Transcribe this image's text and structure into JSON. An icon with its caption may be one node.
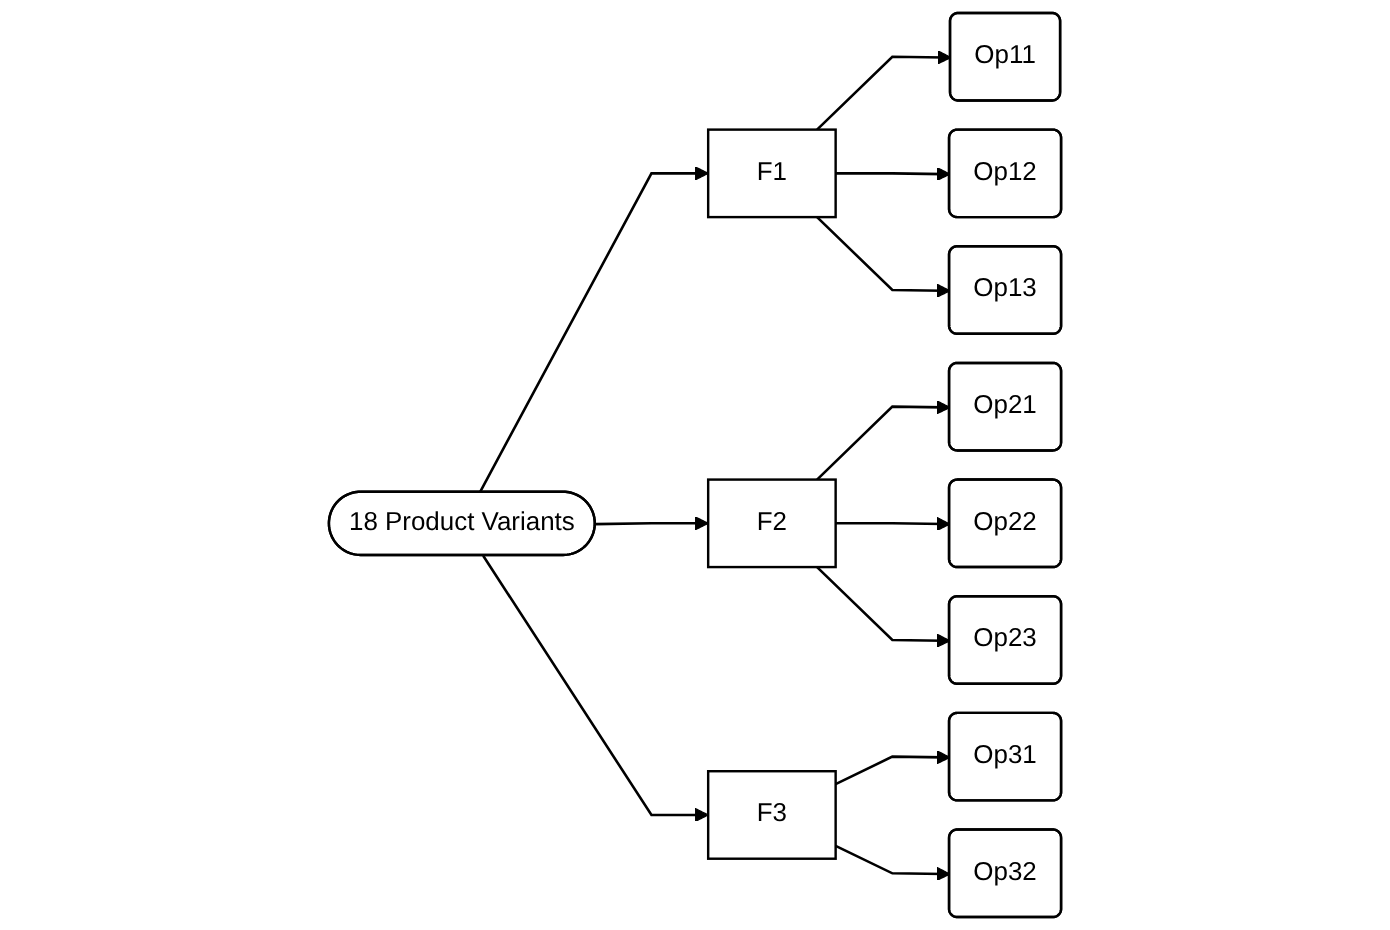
{
  "diagram": {
    "nodes": [
      {
        "text": [
          "18 Product Variants"
        ]
      },
      {
        "text": [
          "F1"
        ]
      },
      {
        "text": [
          "F2"
        ]
      },
      {
        "text": [
          "F3"
        ]
      },
      {
        "text": [
          "Op11"
        ]
      },
      {
        "text": [
          "Op12"
        ]
      },
      {
        "text": [
          "Op13"
        ]
      },
      {
        "text": [
          "Op21"
        ]
      },
      {
        "text": [
          "Op22"
        ]
      },
      {
        "text": [
          "Op23"
        ]
      },
      {
        "text": [
          "Op31"
        ]
      },
      {
        "text": [
          "Op32"
        ]
      }
    ],
    "edges": [
      {
        "from": 0,
        "to": 1,
        "arrow": "to"
      },
      {
        "from": 0,
        "to": 2,
        "arrow": "to"
      },
      {
        "from": 0,
        "to": 3,
        "arrow": "to"
      },
      {
        "from": 1,
        "to": 4,
        "arrow": "to"
      },
      {
        "from": 1,
        "to": 5,
        "arrow": "to"
      },
      {
        "from": 1,
        "to": 6,
        "arrow": "to"
      },
      {
        "from": 2,
        "to": 7,
        "arrow": "to"
      },
      {
        "from": 2,
        "to": 8,
        "arrow": "to"
      },
      {
        "from": 2,
        "to": 9,
        "arrow": "to"
      },
      {
        "from": 3,
        "to": 10,
        "arrow": "to"
      },
      {
        "from": 3,
        "to": 11,
        "arrow": "to"
      }
    ]
  }
}
